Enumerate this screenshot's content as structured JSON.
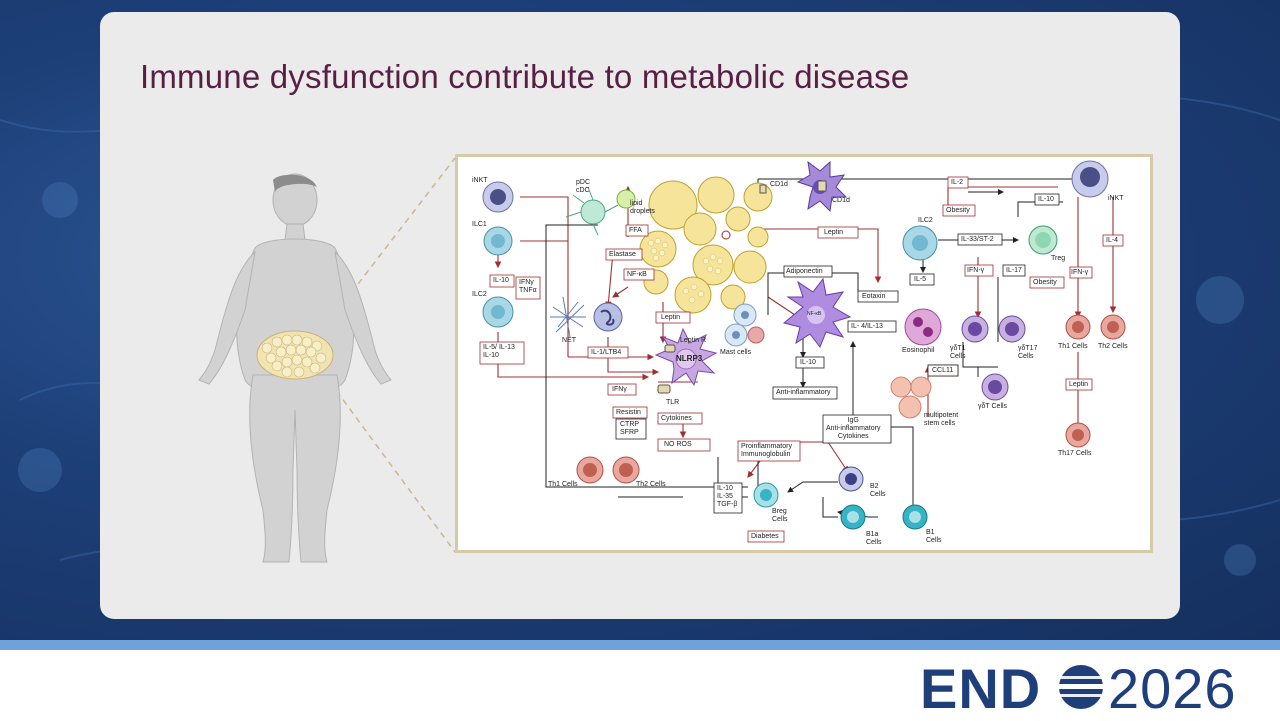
{
  "slide": {
    "title": "Immune dysfunction contribute to metabolic disease"
  },
  "logo": {
    "brand": "END",
    "year": "2026"
  },
  "diagram": {
    "cells": {
      "inkt_left": "iNKT",
      "ilc1": "ILC1",
      "ilc2_left": "ILC2",
      "pdc_cdc": "pDC\ncDC",
      "lipid_droplets": "lipid\ndroplets",
      "cd1d_a": "CD1d",
      "cd1d_b": "CD1d",
      "inkt_right": "iNKT",
      "ilc2_right": "ILC2",
      "treg": "Treg",
      "net": "NET",
      "leptin_r": "Leptin R",
      "nlrp3": "NLRP3",
      "tlr": "TLR",
      "mast_cells": "Mast cells",
      "nfkb_cell": "NF-κB",
      "eosinophil": "Eosinophil",
      "gd_t1": "γδT1\nCells",
      "gd_t17": "γδT17\nCells",
      "gd_t": "γδT Cells",
      "th1_right": "Th1 Cells",
      "th2_right": "Th2 Cells",
      "th17": "Th17 Cells",
      "multipotent": "multipotent\nstem cells",
      "th1_left": "Th1 Cells",
      "th2_left": "Th2 Cells",
      "breg": "Breg\nCells",
      "b2": "B2\nCells",
      "b1a": "B1a\nCells",
      "b1": "B1\nCells"
    },
    "boxes": {
      "il10_left": "IL-10",
      "ifny_tnfa": "IFNγ\nTNFα",
      "il5_il13_il10": "IL-5/ IL-13\nIL-10",
      "ffa": "FFA",
      "elastase": "Elastase",
      "nfkb": "NF-κB",
      "il1_ltb4": "IL-1/LTB4",
      "leptin_mid": "Leptin",
      "ifny_mid": "IFNγ",
      "resistin": "Resistin",
      "ctrp_sfrp": "CTRP\nSFRP",
      "cytokines": "Cytokines",
      "no_ros": "NO  ROS",
      "il2": "IL-2",
      "obesity_top": "Obesity",
      "il10_top": "IL-10",
      "leptin_top": "Leptin",
      "adiponectin": "Adiponectin",
      "eotaxin": "Eotaxin",
      "il33_st2": "IL-33/ST-2",
      "il5_right": "IL-5",
      "ifny_right": "IFN-γ",
      "il17": "IL-17",
      "obesity_right": "Obesity",
      "ifny_far": "IFN-γ",
      "il4": "IL-4",
      "il4_il13": "IL- 4/IL-13",
      "ccl11": "CCL11",
      "il10_mid": "IL-10",
      "anti_inflammatory": "Anti-inflammatory",
      "igg": "IgG\nAnti-inflammatory\nCytokines",
      "leptin_th": "Leptin",
      "proinflammatory": "Proinflammatory\nImmunoglobulin",
      "il10_il35_tgfb": "IL-10\nIL-35\nTGF-β",
      "diabetes": "Diabetes"
    }
  },
  "colors": {
    "title": "#5a1e45",
    "card": "#ebebeb",
    "background": "#1d3f78",
    "frame": "#d6cba9",
    "adipocyte": "#f5e49a",
    "ilc_cell": "#a8d8e6",
    "treg_cell": "#8fd6b3",
    "purple_cell": "#9a7fc0",
    "th_cell": "#e8a8a0",
    "b_cell": "#36b3c4",
    "red_line": "#a03030"
  }
}
